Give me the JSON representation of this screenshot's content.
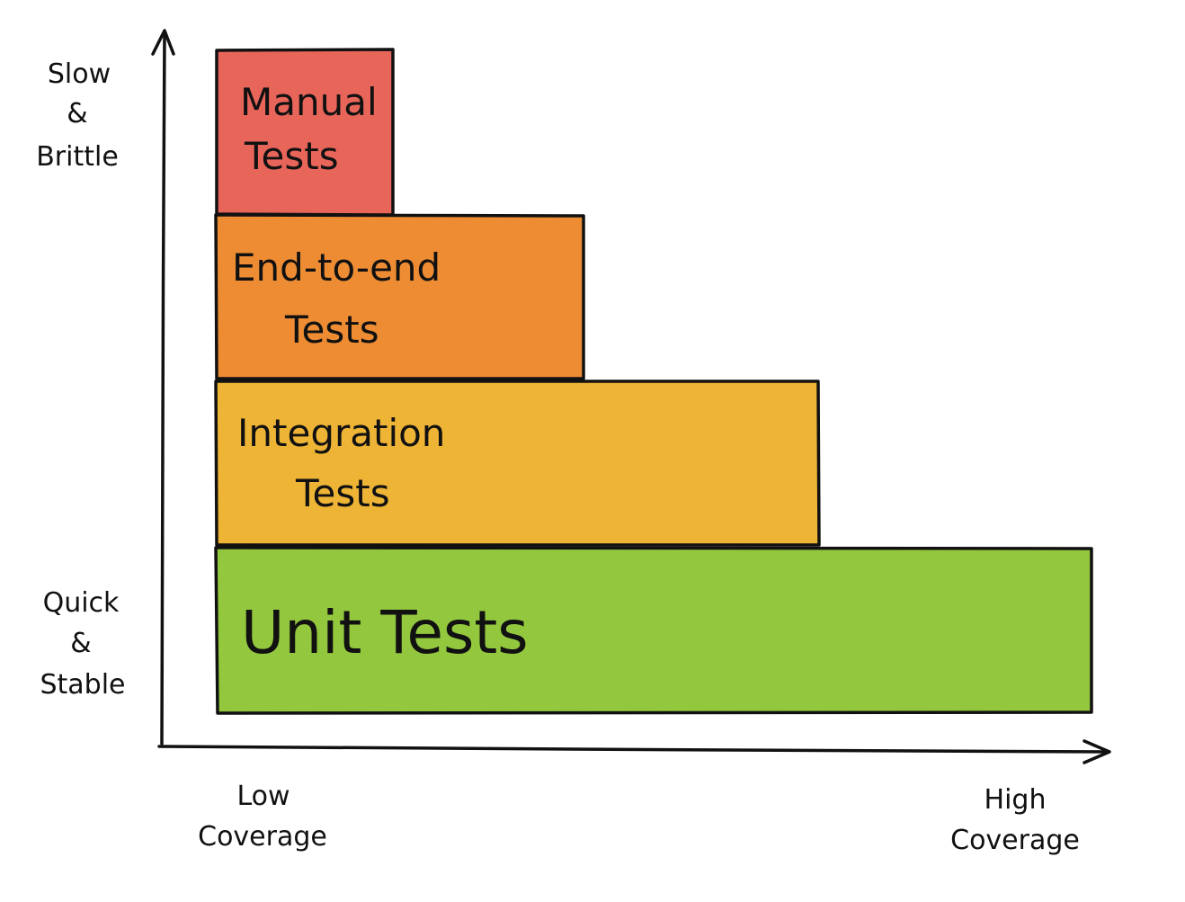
{
  "y_axis": {
    "top_label": [
      "Slow",
      "&",
      "Brittle"
    ],
    "bottom_label": [
      "Quick",
      "&",
      "Stable"
    ]
  },
  "x_axis": {
    "left_label": [
      "Low",
      "Coverage"
    ],
    "right_label": [
      "High",
      "Coverage"
    ]
  },
  "layers": [
    {
      "id": "manual",
      "lines": [
        "Manual",
        "Tests"
      ],
      "color": "#e8655a"
    },
    {
      "id": "e2e",
      "lines": [
        "End-to-end",
        "Tests"
      ],
      "color": "#ee8c33"
    },
    {
      "id": "integration",
      "lines": [
        "Integration",
        "Tests"
      ],
      "color": "#eeb435"
    },
    {
      "id": "unit",
      "lines": [
        "Unit Tests"
      ],
      "color": "#93c83e"
    }
  ]
}
